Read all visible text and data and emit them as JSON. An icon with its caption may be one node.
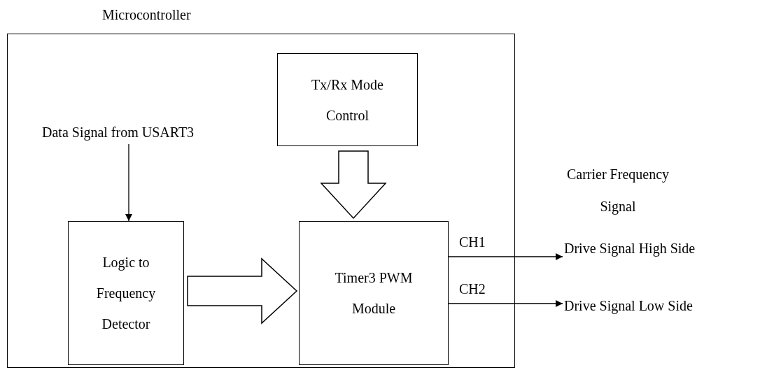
{
  "diagram": {
    "nodes": [
      {
        "text": [
          "Microcontroller"
        ]
      },
      {
        "text": [
          "Data Signal from USART3"
        ],
        "in": 0
      },
      {
        "text": [
          "Tx/Rx Mode Control"
        ],
        "in": 0
      },
      {
        "text": [
          "Logic to Frequency Detector"
        ],
        "in": 0
      },
      {
        "text": [
          "Timer3 PWM Module"
        ],
        "in": 0
      },
      {
        "text": [
          "Drive Signal High Side"
        ]
      },
      {
        "text": [
          "Drive Signal Low Side"
        ]
      }
    ],
    "edges": [
      {
        "from": 1,
        "to": 3,
        "arrow": "to"
      },
      {
        "from": 2,
        "to": 4,
        "arrow": "to",
        "style": "thick"
      },
      {
        "from": 3,
        "to": 4,
        "arrow": "to",
        "style": "thick"
      },
      {
        "from": 4,
        "to": 5,
        "arrow": "to",
        "label": "CH1"
      },
      {
        "from": 4,
        "to": 6,
        "arrow": "to",
        "label": "CH2"
      }
    ],
    "labels": [
      "Carrier Frequency Signal"
    ]
  }
}
